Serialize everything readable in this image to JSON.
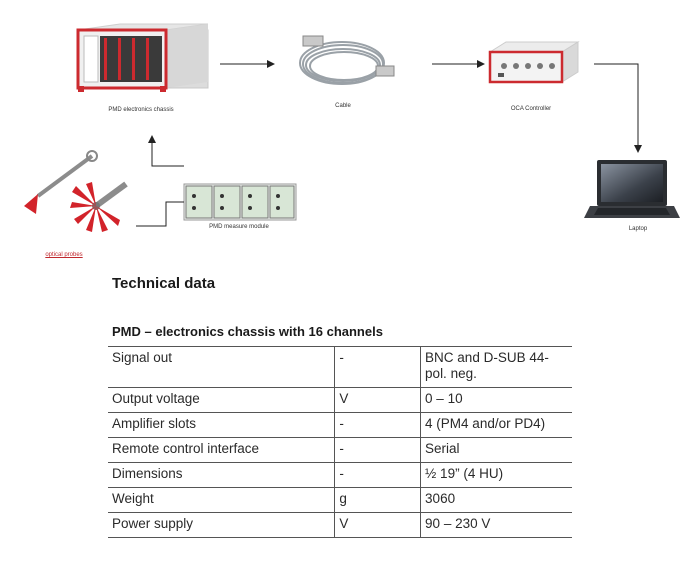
{
  "diagram": {
    "captions": {
      "chassis": "PMD electronics chassis",
      "cable": "Cable",
      "controller": "OCA Controller",
      "laptop": "Laptop",
      "measure_module": "PMD measure module",
      "probes": "optical probes"
    },
    "colors": {
      "accent_red": "#d2232a",
      "arrow": "#222222"
    }
  },
  "technical_data": {
    "heading": "Technical data",
    "table_title": "PMD – electronics chassis with 16 channels",
    "rows": [
      {
        "name": "Signal out",
        "unit": "-",
        "value": "BNC and D-SUB 44-pol. neg."
      },
      {
        "name": "Output voltage",
        "unit": "V",
        "value": "0 – 10"
      },
      {
        "name": "Amplifier slots",
        "unit": "-",
        "value": "4 (PM4 and/or PD4)"
      },
      {
        "name": "Remote control interface",
        "unit": "-",
        "value": "Serial"
      },
      {
        "name": "Dimensions",
        "unit": "-",
        "value": "½ 19” (4 HU)"
      },
      {
        "name": "Weight",
        "unit": "g",
        "value": "3060"
      },
      {
        "name": "Power supply",
        "unit": "V",
        "value": "90 – 230 V"
      }
    ]
  }
}
